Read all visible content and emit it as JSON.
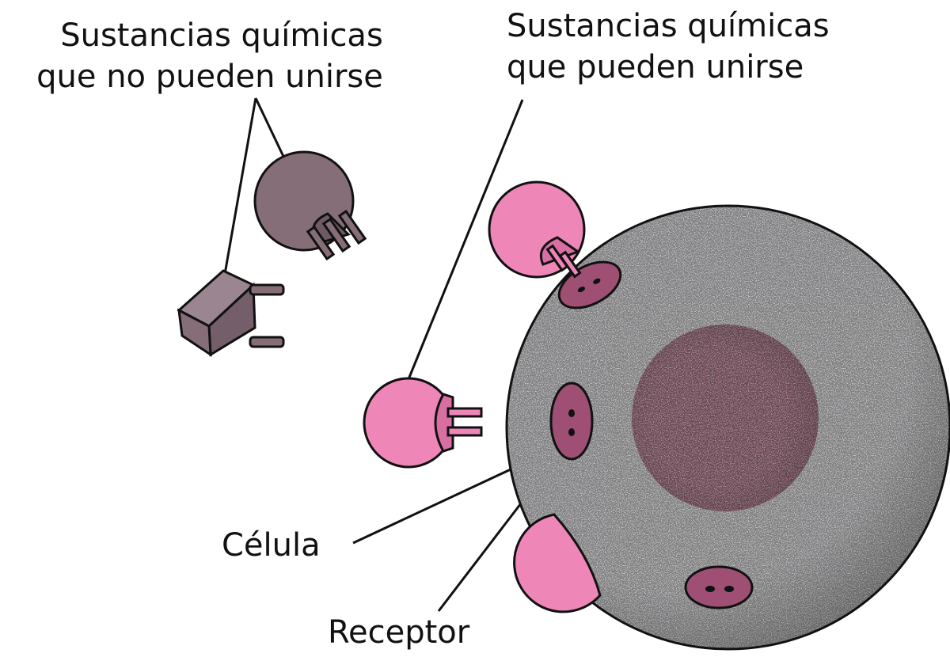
{
  "labels": {
    "cannot_bind_line1": "Sustancias químicas",
    "cannot_bind_line2": "que no pueden unirse",
    "can_bind_line1": "Sustancias químicas",
    "can_bind_line2": "que pueden unirse",
    "cell": "Célula",
    "receptor": "Receptor"
  },
  "colors": {
    "cell_fill": "#c4c4c6",
    "nucleus_fill": "#b98a99",
    "receptor_fill": "#9e4f73",
    "can_bind_fill": "#ee86b7",
    "cannot_bind_fill": "#856e78",
    "outline": "#111111"
  }
}
